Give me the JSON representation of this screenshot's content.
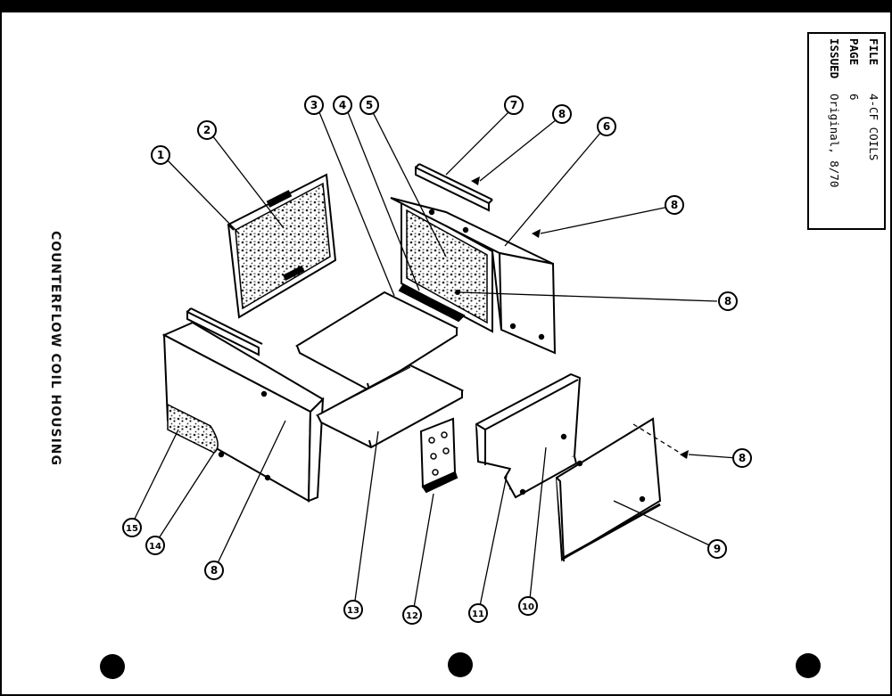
{
  "title": "COUNTERFLOW COIL HOUSING",
  "info": {
    "file_label": "FILE",
    "file_value": "4-CF COILS",
    "page_label": "PAGE",
    "page_value": "6",
    "issued_label": "ISSUED",
    "issued_value": "Original, 8/70"
  },
  "callouts": [
    {
      "id": "c1",
      "label": "1"
    },
    {
      "id": "c2",
      "label": "2"
    },
    {
      "id": "c3",
      "label": "3"
    },
    {
      "id": "c4",
      "label": "4"
    },
    {
      "id": "c5",
      "label": "5"
    },
    {
      "id": "c7",
      "label": "7"
    },
    {
      "id": "c8a",
      "label": "8"
    },
    {
      "id": "c6",
      "label": "6"
    },
    {
      "id": "c8b",
      "label": "8"
    },
    {
      "id": "c8c",
      "label": "8"
    },
    {
      "id": "c8d",
      "label": "8"
    },
    {
      "id": "c9",
      "label": "9"
    },
    {
      "id": "c10",
      "label": "10"
    },
    {
      "id": "c11",
      "label": "11"
    },
    {
      "id": "c12",
      "label": "12"
    },
    {
      "id": "c13",
      "label": "13"
    },
    {
      "id": "c8e",
      "label": "8"
    },
    {
      "id": "c14",
      "label": "14"
    },
    {
      "id": "c15",
      "label": "15"
    }
  ],
  "colors": {
    "ink": "#000000",
    "paper": "#ffffff",
    "panel_fill": "#f4f4f4"
  }
}
